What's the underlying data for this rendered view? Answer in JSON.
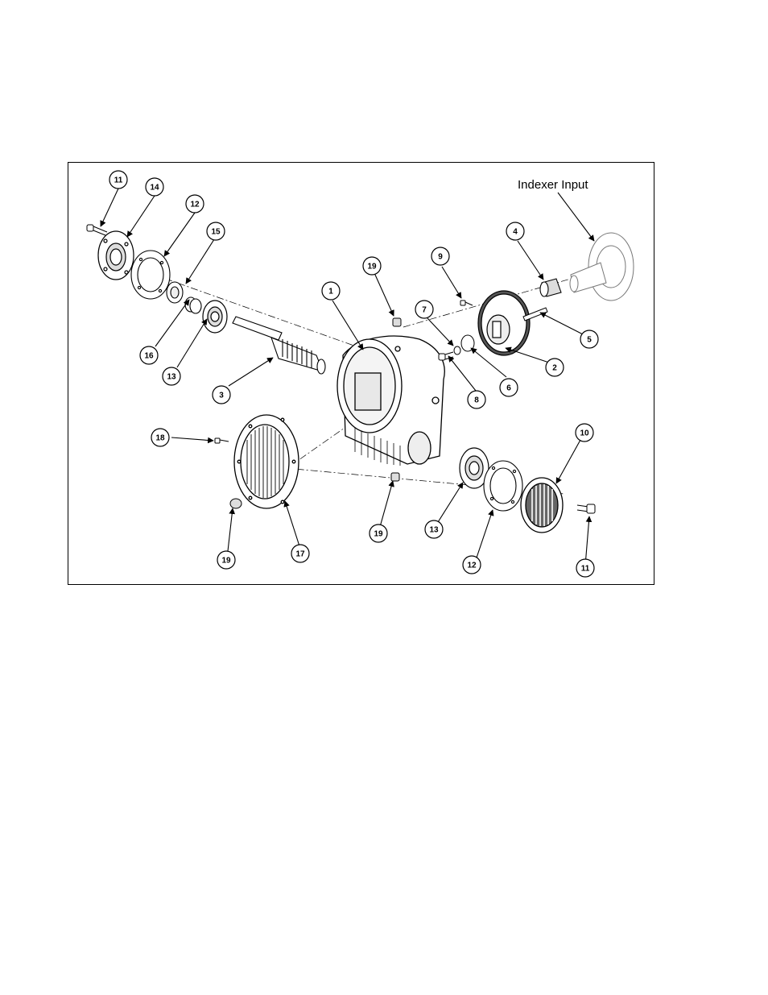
{
  "figure": {
    "input_label": "Indexer Input",
    "callouts": [
      {
        "id": "c11a",
        "label": "11"
      },
      {
        "id": "c14",
        "label": "14"
      },
      {
        "id": "c12a",
        "label": "12"
      },
      {
        "id": "c15",
        "label": "15"
      },
      {
        "id": "c16",
        "label": "16"
      },
      {
        "id": "c13a",
        "label": "13"
      },
      {
        "id": "c3",
        "label": "3"
      },
      {
        "id": "c1",
        "label": "1"
      },
      {
        "id": "c19a",
        "label": "19"
      },
      {
        "id": "c9",
        "label": "9"
      },
      {
        "id": "c7",
        "label": "7"
      },
      {
        "id": "c8",
        "label": "8"
      },
      {
        "id": "c6",
        "label": "6"
      },
      {
        "id": "c2",
        "label": "2"
      },
      {
        "id": "c4",
        "label": "4"
      },
      {
        "id": "c5",
        "label": "5"
      },
      {
        "id": "c18",
        "label": "18"
      },
      {
        "id": "c19b",
        "label": "19"
      },
      {
        "id": "c17",
        "label": "17"
      },
      {
        "id": "c19c",
        "label": "19"
      },
      {
        "id": "c13b",
        "label": "13"
      },
      {
        "id": "c12b",
        "label": "12"
      },
      {
        "id": "c10",
        "label": "10"
      },
      {
        "id": "c11b",
        "label": "11"
      }
    ]
  }
}
